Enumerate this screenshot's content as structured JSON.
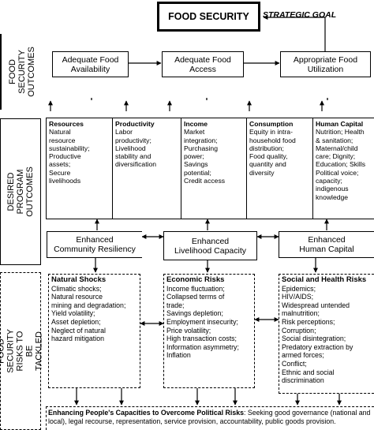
{
  "goal": {
    "title": "FOOD SECURITY",
    "tag": "STRATEGIC GOAL"
  },
  "side_labels": {
    "outcomes": "FOOD\nSECURITY\nOUTCOMES",
    "program": "DESIRED PROGRAM\nOUTCOMES",
    "risks": "FOOD SECURITY RISKS TO\nBE TACKLED"
  },
  "outcomes": [
    {
      "label": "Adequate Food\nAvailability"
    },
    {
      "label": "Adequate Food\nAccess"
    },
    {
      "label": "Appropriate Food\nUtilization"
    }
  ],
  "program_columns": [
    {
      "heading": "Resources",
      "text": "Natural\nresource\nsustainability;\nProductive\nassets;\nSecure\nlivelihoods"
    },
    {
      "heading": "Productivity",
      "text": "Labor\nproductivity;\nLivelihood\nstability and\ndiversification"
    },
    {
      "heading": "Income",
      "text": "Market\nintegration;\nPurchasing\npower;\nSavings\npotential;\nCredit access"
    },
    {
      "heading": "Consumption",
      "text": "Equity in intra-\nhousehold food\ndistribution;\nFood quality,\nquantity and\ndiversity"
    },
    {
      "heading": "Human Capital",
      "text": "Nutrition; Health\n& sanitation;\nMaternal/child\ncare; Dignity;\nEducation; Skills\nPolitical voice;\ncapacity;\nindigenous\nknowledge"
    }
  ],
  "enhanced": [
    {
      "label": "Enhanced\nCommunity Resiliency"
    },
    {
      "label": "Enhanced\nLivelihood Capacity"
    },
    {
      "label": "Enhanced\nHuman Capital"
    }
  ],
  "risks": [
    {
      "heading": "Natural Shocks",
      "text": "Climatic shocks;\nNatural resource\nmining and degradation;\nYield volatility;\nAsset depletion;\nNeglect of natural\nhazard mitigation"
    },
    {
      "heading": "Economic Risks",
      "text": "Income fluctuation;\nCollapsed terms of\ntrade;\nSavings depletion;\nEmployment insecurity;\nPrice volatility;\nHigh transaction costs;\nInformation asymmetry;\nInflation"
    },
    {
      "heading": "Social and Health Risks",
      "text": "Epidemics;\nHIV/AIDS;\nWidespread untended\nmalnutrition;\nRisk perceptions;\nCorruption;\nSocial disintegration;\nPredatory extraction by\narmed forces;\nConflict;\nEthnic and social\ndiscrimination"
    }
  ],
  "political": {
    "heading": "Enhancing People's Capacities to Overcome Political Risks",
    "text": ": Seeking good governance (national and local), legal recourse, representation, service provision, accountability, public goods provision."
  }
}
